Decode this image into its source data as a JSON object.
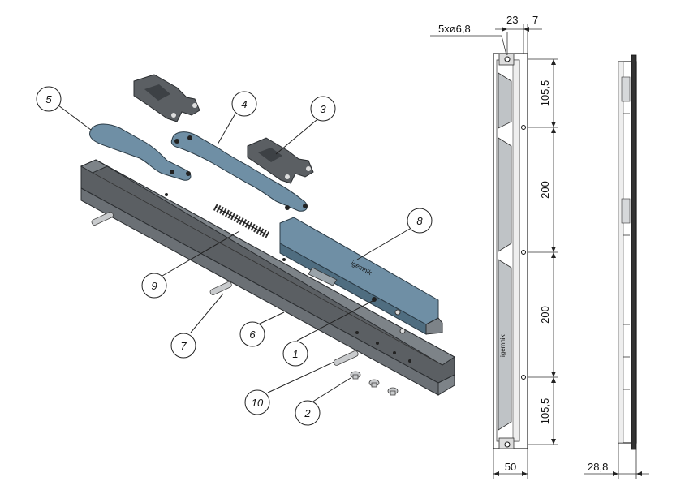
{
  "callouts": [
    {
      "label": "1"
    },
    {
      "label": "2"
    },
    {
      "label": "3"
    },
    {
      "label": "4"
    },
    {
      "label": "5"
    },
    {
      "label": "6"
    },
    {
      "label": "7"
    },
    {
      "label": "8"
    },
    {
      "label": "9"
    },
    {
      "label": "10"
    }
  ],
  "dimensions": {
    "holes": "5xø6,8",
    "top_width_a": "23",
    "top_width_b": "7",
    "seg_top": "105,5",
    "seg_mid1": "200",
    "seg_mid2": "200",
    "seg_bottom": "105,5",
    "bottom_width": "50",
    "side_depth": "28,8"
  },
  "engraving": {
    "brand_text": "igemnik"
  },
  "colors": {
    "housing": "#5b5f63",
    "slide": "#6f8fa5",
    "line": "#222222"
  }
}
